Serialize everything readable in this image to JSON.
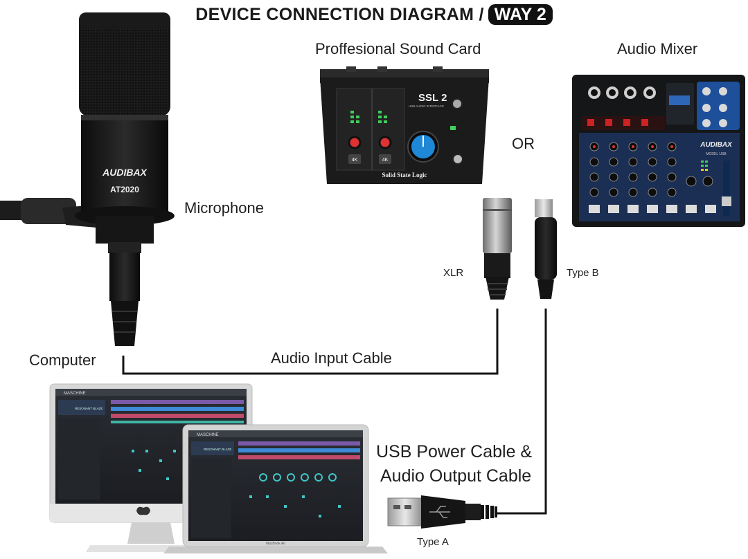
{
  "title": {
    "text": "DEVICE CONNECTION DIAGRAM /",
    "badge": "WAY 2"
  },
  "labels": {
    "sound_card": "Proffesional Sound Card",
    "mixer": "Audio Mixer",
    "or": "OR",
    "microphone": "Microphone",
    "xlr": "XLR",
    "type_b": "Type B",
    "computer": "Computer",
    "audio_input_cable": "Audio Input Cable",
    "usb_line1": "USB Power Cable &",
    "usb_line2": "Audio Output Cable",
    "type_a": "Type A"
  },
  "devices": {
    "mic_brand": "AUDIBAX",
    "mic_model": "AT2020",
    "card_model": "SSL 2",
    "card_sub": "USB AUDIO INTERFACE",
    "card_brand": "Solid State Logic",
    "card_knob": "4K",
    "mixer_brand": "AUDIBAX",
    "mixer_model": "MODEL USB",
    "laptop_brand": "MacBook Air",
    "screen_app": "MASCHINE",
    "screen_patch": "RESONANT BLAZE"
  }
}
